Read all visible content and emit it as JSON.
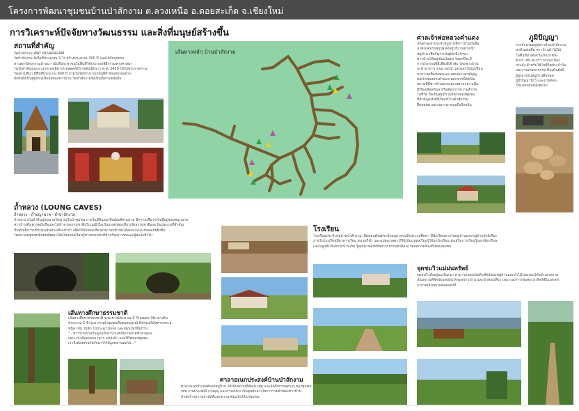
{
  "header": {
    "title": "โครงการพัฒนาชุมชนบ้านป่าสักงาม ต.ลวงเหนือ อ.ดอยสะเก็ด จ.เชียงใหม่"
  },
  "main_title": "การวิเคราะห์ปัจจัยทางวัฒนธรรม และสิ่งที่มนุษย์สร้างขึ้น",
  "temple": {
    "heading": "สถานที่สำคัญ",
    "lines": [
      "วัดป่าสักงาม WAT PASAKNGAM",
      "วัดป่าสักงาม มีเนื้อที่ประมาณ 3 ไร่ สร้างประมาณ 300 ปี โดยได้รับรูปทรง",
      "ทางสถาปัตยกรรมล้านนา เป็นที่ประชาชนในพื้นที่ใช้ประกอบพิธีกรรมทางศาสนา",
      "ในวันสำคัญและงานประเพณีต่างๆ ตลอดทั้งปี ก่อตั้งเมื่อราว พ.ศ. 2420 ได้รับพระราชทาน",
      "วิสุงคามสีมา มีพื้นที่ประมาณ 600 ปี ภายในวัดมีโบราณวัตถุที่สำคัญหลายอย่าง",
      "อีกทั้งยังเป็นศูนย์รวมจิตใจของชาวบ้าน วัดป่าสักงามจึงเป็นที่เคารพนับถือ"
    ]
  },
  "map": {
    "title": "เส้นทางหลัก บ้านป่าสักงาม"
  },
  "shrine": {
    "heading": "ศาลเจ้าพ่อหลวงคำแดง",
    "lines": [
      "เป็นศาลเจ้าประจำหมู่บ้านที่ชาวบ้านนับถือ",
      "มาตั้งแต่บรรพบุรุษ ตั้งอยู่บริเวณทางเข้า",
      "หมู่บ้าน เชื่อกันว่าเป็นผู้ปกปักรักษา",
      "ชาวบ้านให้อยู่เย็นเป็นสุข ในทุกปีจะมี",
      "การประกอบพิธีเลี้ยงผีเจ้าพ่อ โดยชาวบ้าน",
      "จะนำอาหาร ขนม ผลไม้ และดอกไม้ธูปเทียน",
      "มาถวายเพื่อขอพรและแสดงความกตัญญู",
      "ต่อเจ้าพ่อหลวงคำแดง นอกจากนี้ยังเป็น",
      "สถานที่ที่ชาวบ้านมาบนบานศาลกล่าวเมื่อ",
      "มีเรื่องเดือดร้อน หรือต้องการความสำเร็จ",
      "ในชีวิต ถือเป็นศูนย์รวมจิตใจของชุมชน",
      "ที่สำคัญแห่งหนึ่งของบ้านป่าสักงาม",
      "สืบทอดมาอย่างยาวนานจนถึงปัจจุบัน"
    ]
  },
  "wisdom": {
    "heading": "ภูมิปัญญา",
    "lines": [
      "การจักสานอยู่คู่ชาวบ้านป่าสักงาม",
      "มาตั้งแต่อดีต ชาวบ้านนำไม้ไผ่",
      "ในพื้นที่มาจักสานเป็นภาชนะ",
      "ต่างๆ เช่น ตะกร้า กระบุง ข้อง",
      "กระด้ง สำหรับใช้ในชีวิตประจำวัน",
      "และงานเกษตรกรรม ปัจจุบันยังมี",
      "ผู้สูงอายุในหมู่บ้านสืบทอด",
      "ภูมิปัญญานี้ไว้ และถ่ายทอด",
      "ให้แก่คนรุ่นหลังต่อไป"
    ]
  },
  "cave": {
    "heading": "ถ้ำหลวง (LOUNG CAVES)",
    "sub": "ถ้ำหลวง - ถ้ำพญานาค - ถ้ำป่าสักงาม",
    "lines": [
      "ถ้ำหลวง เป็นถ้ำหินปูนขนาดใหญ่ อยู่ในป่าชุมชน ภายในมีหินงอกหินย้อยที่สวยงาม มีความเชื่อว่าเป็นที่อยู่ของพญานาค",
      "ชาวบ้านจึงเคารพนับถือและไม่ทำลายธรรมชาติบริเวณนี้ ถือเป็นแหล่งท่องเที่ยวเชิงธรรมชาติและวัฒนธรรมที่สำคัญ",
      "ปัจจุบันมีการปรับปรุงเส้นทางเดินเข้าถ้ำ เพื่อให้นักท่องเที่ยวสามารถเข้าชมได้สะดวกและปลอดภัยยิ่งขึ้น",
      "ในอนาคตชุมชนมีแผนพัฒนาให้เป็นแหล่งเรียนรู้ทางธรรมชาติสำหรับเยาวชนและผู้สนใจทั่วไป"
    ]
  },
  "trail": {
    "heading": "เส้นทางศึกษาธรรมชาติ",
    "lines": [
      "เส้นทางศึกษาธรรมชาติ ระยะทางประมาณ 3 กิโลเมตร ใช้เวลาเดิน",
      "ประมาณ 2 ชั่วโมง ผ่านป่าชุมชนที่อุดมสมบูรณ์ มีพรรณไม้หลากหลาย",
      "ชนิด เช่น ไม้สัก ไม้ประดู่ ไม้แดง และสมุนไพรพื้นบ้าน",
      "\"...ชาวบ้านร่วมกันดูแลรักษาป่าแห่งนี้มาหลายชั่วอายุคน",
      "เพราะป่าคือแหล่งอาหาร แหล่งน้ำ และชีวิตของชุมชน",
      "เราจึงต้องช่วยกันรักษาไว้ให้ลูกหลานต่อไป...\""
    ]
  },
  "school": {
    "heading": "โรงเรียน",
    "lines": [
      "โรงเรียนประจำหมู่บ้านป่าสักงาม เปิดสอนตั้งแต่ระดับอนุบาลจนถึงประถมศึกษา มีนักเรียนจากในหมู่บ้านและหมู่บ้านใกล้เคียง",
      "ภายในโรงเรียนมีอาคารเรียน สนามกีฬา และแปลงเกษตร ที่ใช้เป็นแหล่งเรียนรู้ให้แก่นักเรียน ส่งเสริมการเรียนรู้นอกห้องเรียน",
      "และปลูกฝังให้เด็กรักบ้านเกิด รู้คุณค่าของทรัพยากรธรรมชาติและวัฒนธรรมท้องถิ่นของชุมชน"
    ]
  },
  "viewpoint": {
    "heading": "จุดชมวิวแม่ฝนทรัพย์",
    "lines": [
      "จุดชมวิวตั้งอยู่บนเนินเขา สามารถมองเห็นทิวทัศน์ของหมู่บ้านและป่าไม้โดยรอบได้อย่างสวยงาม",
      "เป็นสถานที่พักผ่อนหย่อนใจของชาวบ้าน และนักท่องเที่ยว เหมาะแก่การชมพระอาทิตย์ขึ้นและตก",
      "อากาศเย็นสบายตลอดทั้งปี"
    ]
  },
  "community_hall": {
    "heading": "ศาลาอเนกประสงค์บ้านป่าสักงาม",
    "lines": [
      "ศาลาอเนกประสงค์ของหมู่บ้าน ใช้เป็นสถานที่จัดประชุม และจัดกิจกรรมต่างๆ ของชุมชน",
      "เช่น งานประเพณี งานบุญ และการอบรม เป็นศูนย์กลางในการรวมตัวของชาวบ้าน",
      "ช่วยสร้างความสามัคคีและความเข้มแข็งให้แก่ชุมชน"
    ]
  }
}
